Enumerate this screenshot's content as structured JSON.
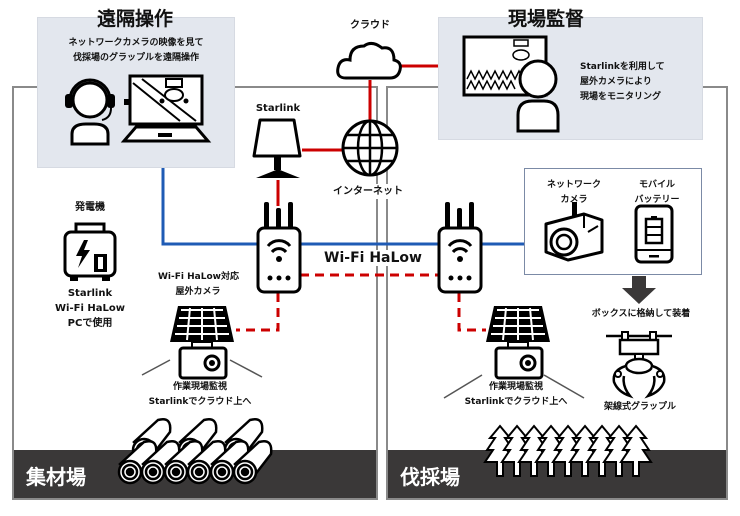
{
  "remote_operation": {
    "title": "遠隔操作",
    "description_lines": [
      "ネットワークカメラの映像を見て",
      "伐採場のグラップルを遠隔操作"
    ]
  },
  "cloud": {
    "label": "クラウド"
  },
  "internet": {
    "label": "インターネット"
  },
  "starlink": {
    "label": "Starlink"
  },
  "site_supervisor": {
    "title": "現場監督",
    "description_lines": [
      "Starlinkを利用して",
      "屋外カメラにより",
      "現場をモニタリング"
    ]
  },
  "generator": {
    "title": "発電機",
    "usage_lines": [
      "Starlink",
      "Wi-Fi HaLow",
      "PCで使用"
    ]
  },
  "wifi_halow": {
    "label": "Wi-Fi HaLow"
  },
  "outdoor_camera": {
    "label_lines": [
      "Wi-Fi HaLow対応",
      "屋外カメラ"
    ]
  },
  "camera_caption_left": {
    "lines": [
      "作業現場監視",
      "Starlinkでクラウド上へ"
    ]
  },
  "camera_caption_right": {
    "lines": [
      "作業現場監視",
      "Starlinkでクラウド上へ"
    ]
  },
  "equipment_box": {
    "network_camera_lines": [
      "ネットワーク",
      "カメラ"
    ],
    "mobile_battery_lines": [
      "モバイル",
      "バッテリー"
    ],
    "mount_note": "ボックスに格納して装着"
  },
  "grapple": {
    "label": "架線式グラップル"
  },
  "zones": {
    "left": {
      "label": "集材場"
    },
    "right": {
      "label": "伐採場"
    }
  },
  "colors": {
    "red_link": "#cc0000",
    "blue_link": "#1f5bb5",
    "panel_bg": "#e3e7ee",
    "zone_footer": "#3a3838"
  }
}
